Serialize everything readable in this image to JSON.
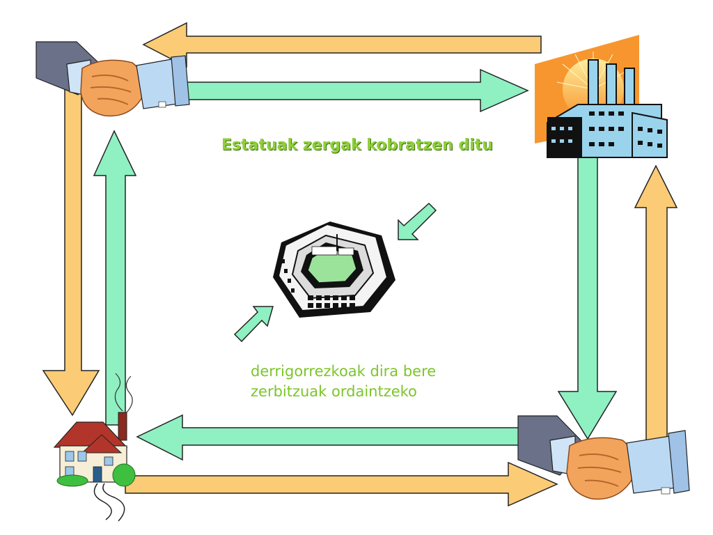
{
  "title": "Estatuak zergak kobratzen ditu",
  "caption": {
    "line1": "derrigorrezkoak dira bere",
    "line2": "zerbitzuak ordaintzeko"
  },
  "colors": {
    "arrow_orange": "#fbcb76",
    "arrow_green": "#8ff0c2",
    "text_green": "#8fcf3a",
    "factory_bg": "#f7962e",
    "factory_building": "#9ad3ec"
  },
  "icons": [
    "handshake-icon",
    "factory-icon",
    "government-building-icon",
    "house-icon"
  ]
}
